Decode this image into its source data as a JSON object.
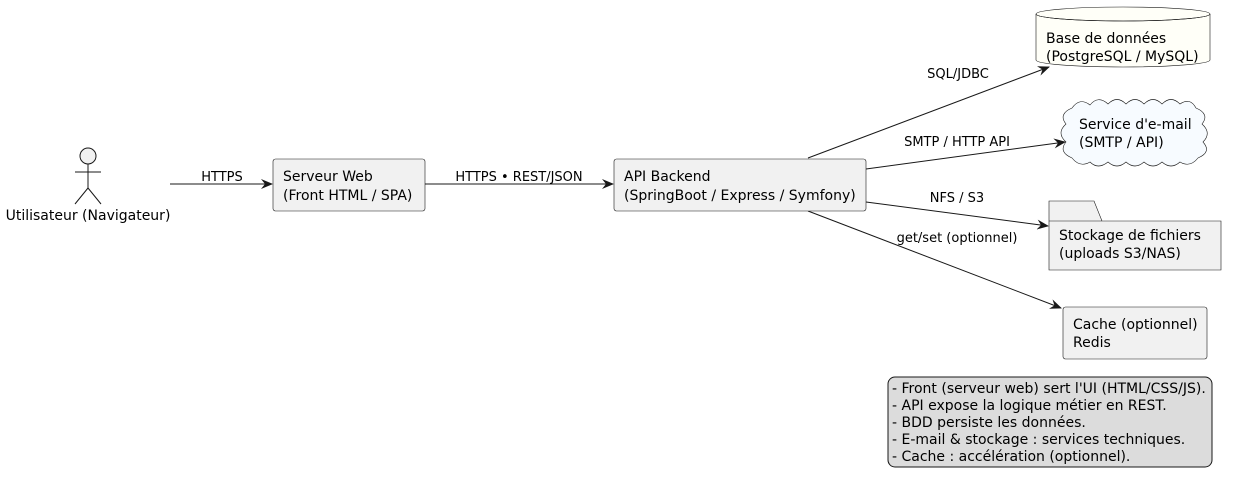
{
  "colors": {
    "node_fill": "#f1f1f1",
    "node_stroke": "#181818",
    "database_fill": "#fffff8",
    "cloud_fill": "#f7fbff",
    "note_fill": "#dcdcdc",
    "edge": "#181818"
  },
  "actor": {
    "label": "Utilisateur (Navigateur)",
    "icon": "stick-figure-icon"
  },
  "nodes": {
    "web_server": {
      "lines": [
        "Serveur Web",
        "(Front HTML / SPA)"
      ]
    },
    "api_backend": {
      "lines": [
        "API Backend",
        "(SpringBoot / Express / Symfony)"
      ]
    },
    "database": {
      "lines": [
        "Base de données",
        "(PostgreSQL / MySQL)"
      ],
      "icon": "database-cylinder-icon"
    },
    "email_service": {
      "lines": [
        "Service d'e-mail",
        "(SMTP / API)"
      ],
      "icon": "cloud-icon"
    },
    "file_storage": {
      "lines": [
        "Stockage de fichiers",
        "(uploads S3/NAS)"
      ],
      "icon": "folder-icon"
    },
    "cache": {
      "lines": [
        "Cache (optionnel)",
        "Redis"
      ]
    }
  },
  "edges": {
    "user_to_web": "HTTPS",
    "web_to_api": "HTTPS • REST/JSON",
    "api_to_db": "SQL/JDBC",
    "api_to_email": "SMTP / HTTP API",
    "api_to_storage": "NFS / S3",
    "api_to_cache": "get/set (optionnel)"
  },
  "note": {
    "lines": [
      "- Front (serveur web) sert l'UI (HTML/CSS/JS).",
      "- API expose la logique métier en REST.",
      "- BDD persiste les données.",
      "- E-mail & stockage : services techniques.",
      "- Cache : accélération (optionnel)."
    ]
  }
}
